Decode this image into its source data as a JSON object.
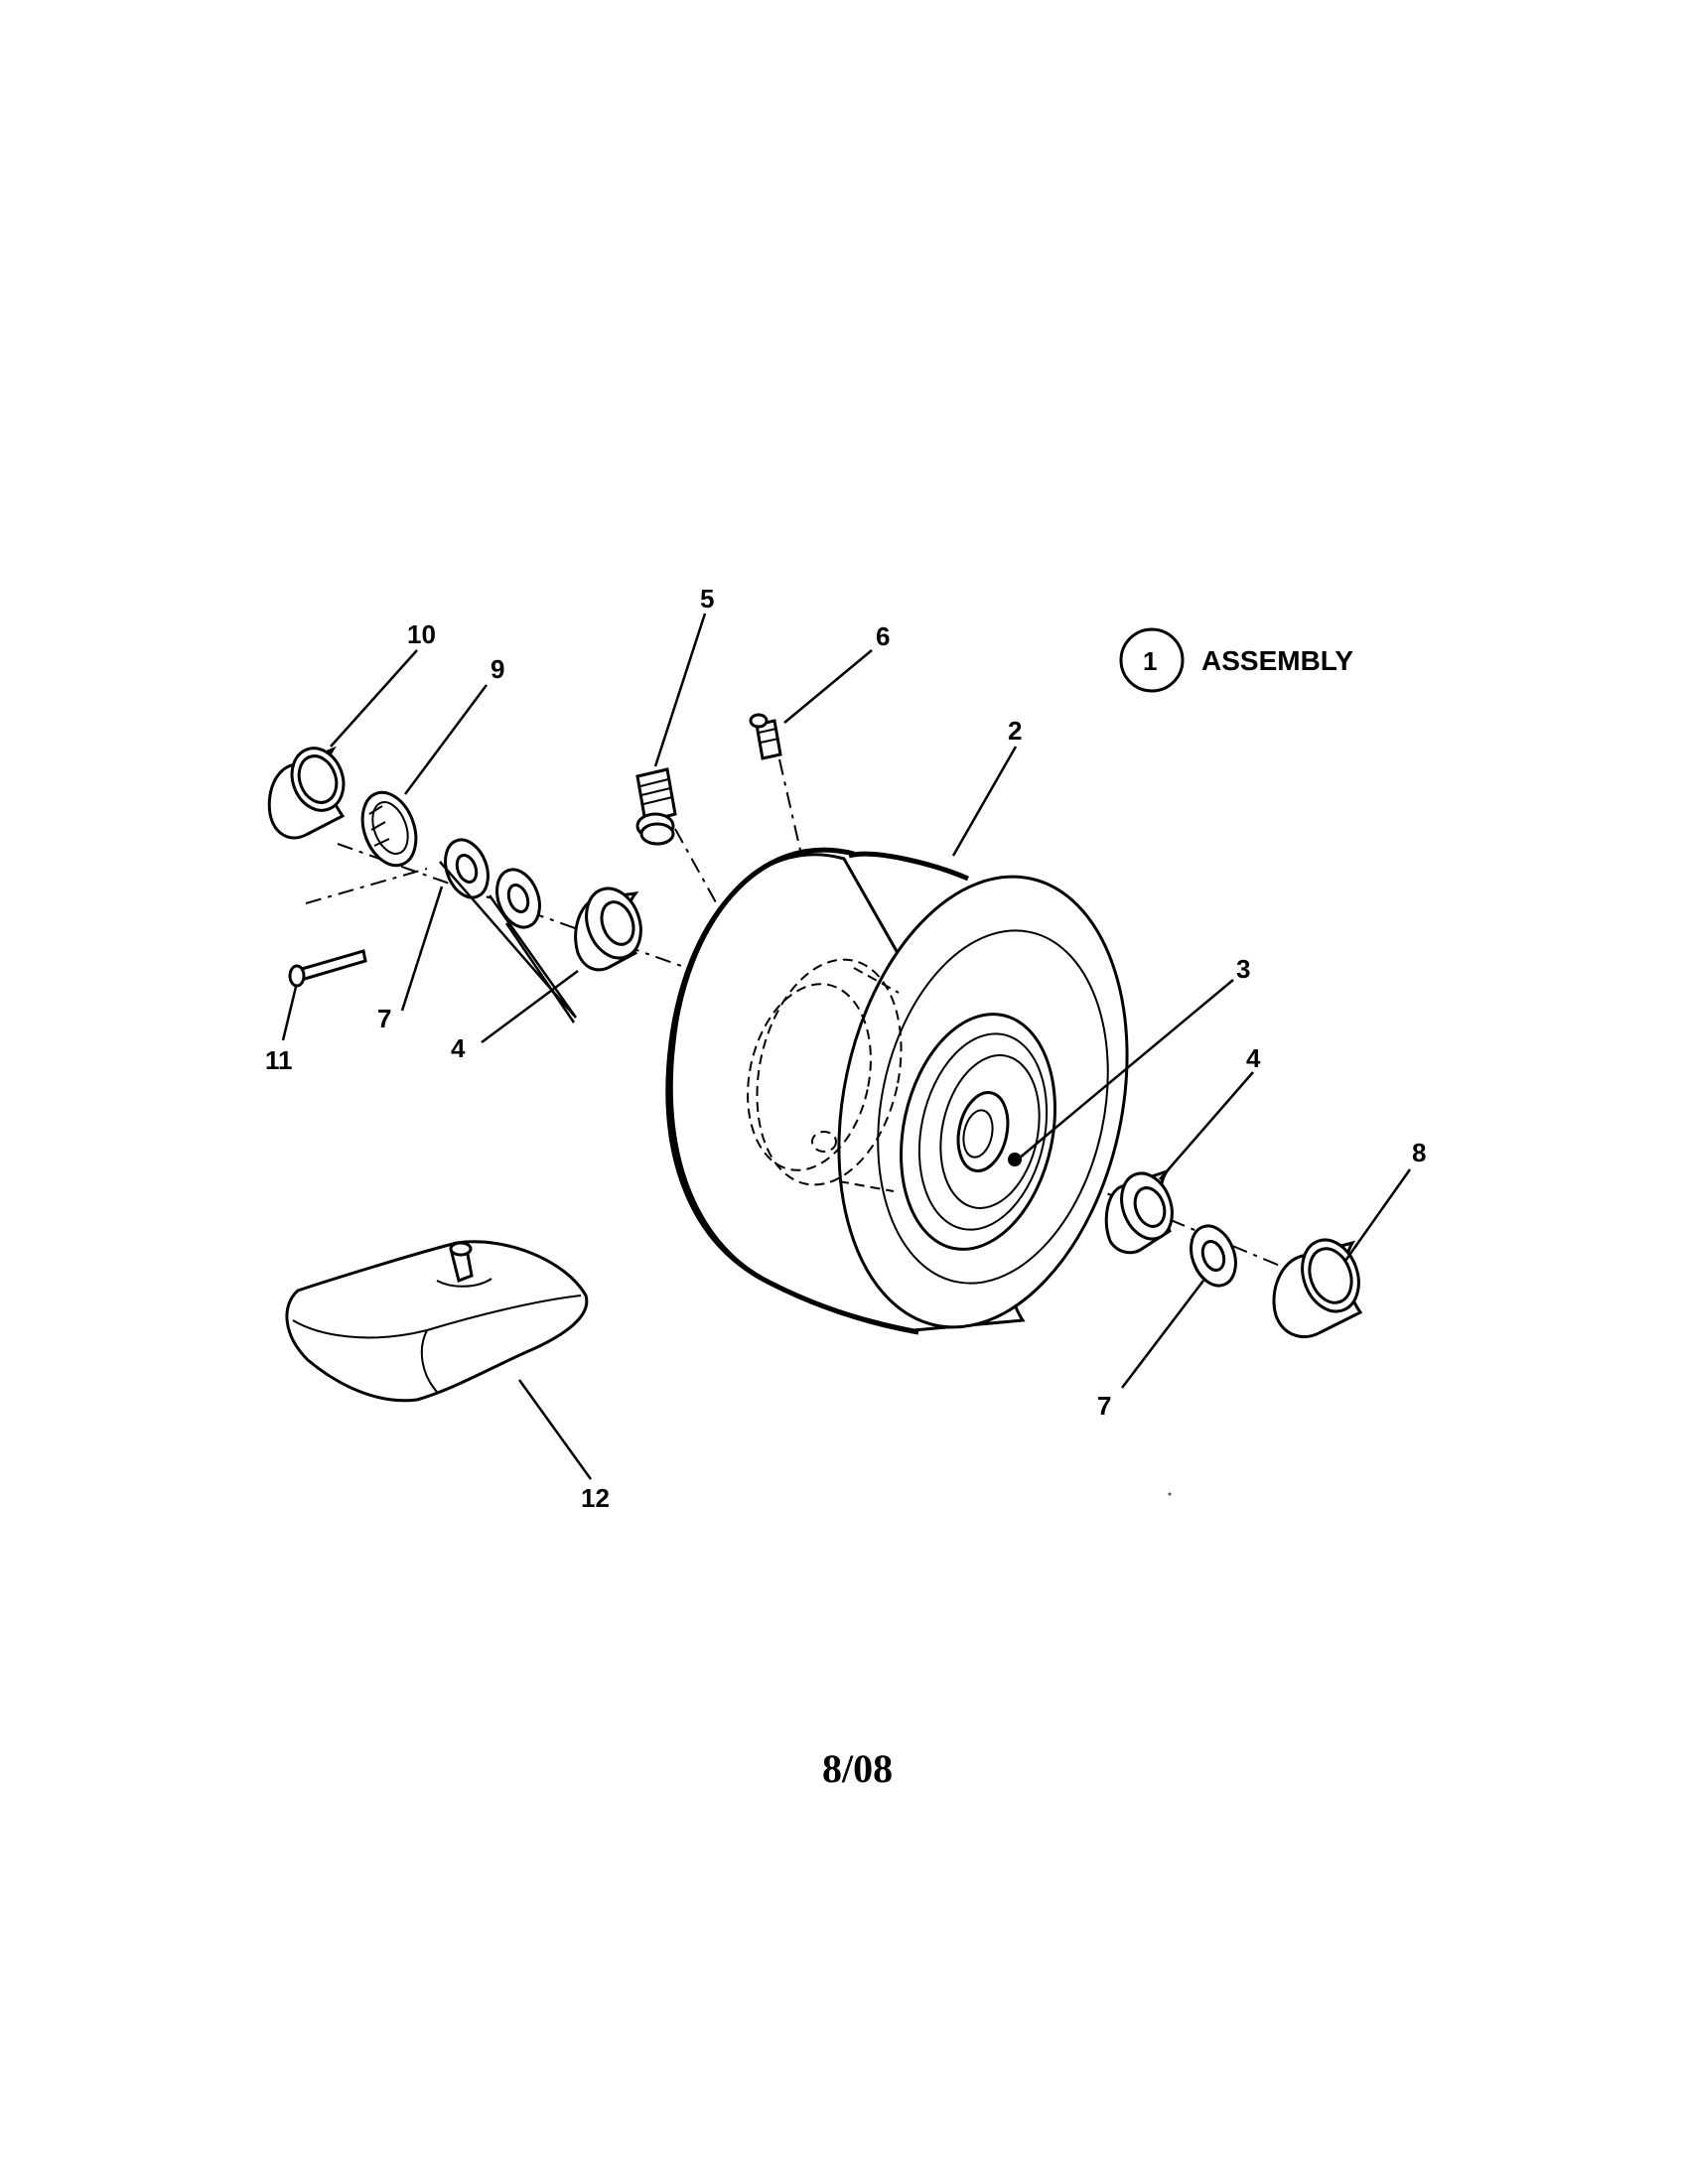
{
  "legend": {
    "number": "1",
    "label": "ASSEMBLY"
  },
  "callouts": {
    "c2": "2",
    "c3": "3",
    "c4a": "4",
    "c4b": "4",
    "c5": "5",
    "c6": "6",
    "c7a": "7",
    "c7b": "7",
    "c8": "8",
    "c9": "9",
    "c10": "10",
    "c11": "11",
    "c12": "12"
  },
  "footer": {
    "date": "8/08"
  }
}
